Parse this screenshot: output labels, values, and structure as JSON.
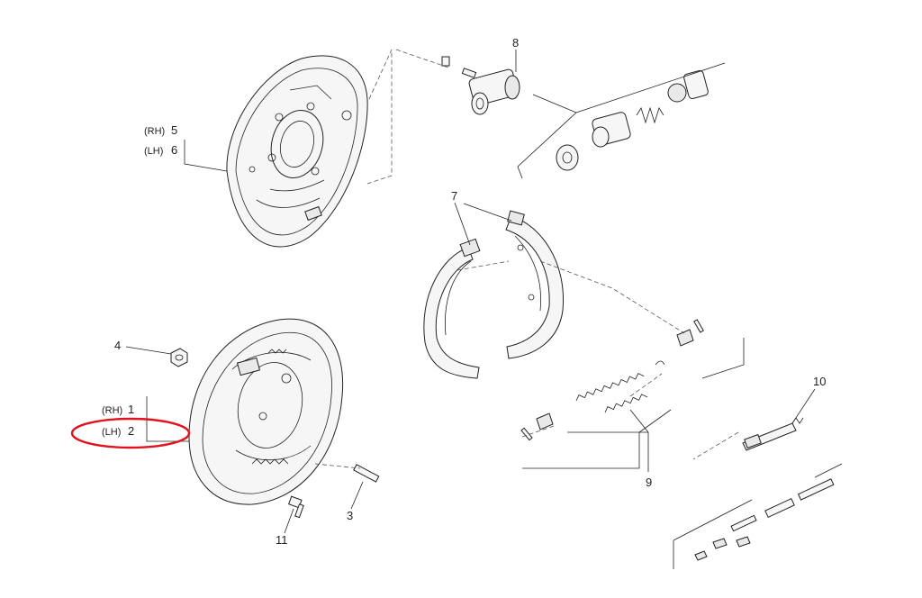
{
  "diagram": {
    "callouts": {
      "c1": "1",
      "c2": "2",
      "c3": "3",
      "c4": "4",
      "c5": "5",
      "c6": "6",
      "c7": "7",
      "c8": "8",
      "c9": "9",
      "c10": "10",
      "c11": "11"
    },
    "side_labels": {
      "rh_a": "(RH)",
      "lh_a": "(LH)",
      "rh_b": "(RH)",
      "lh_b": "(LH)"
    },
    "highlight_color": "#e0141e",
    "highlighted_label": "(LH) 2"
  }
}
